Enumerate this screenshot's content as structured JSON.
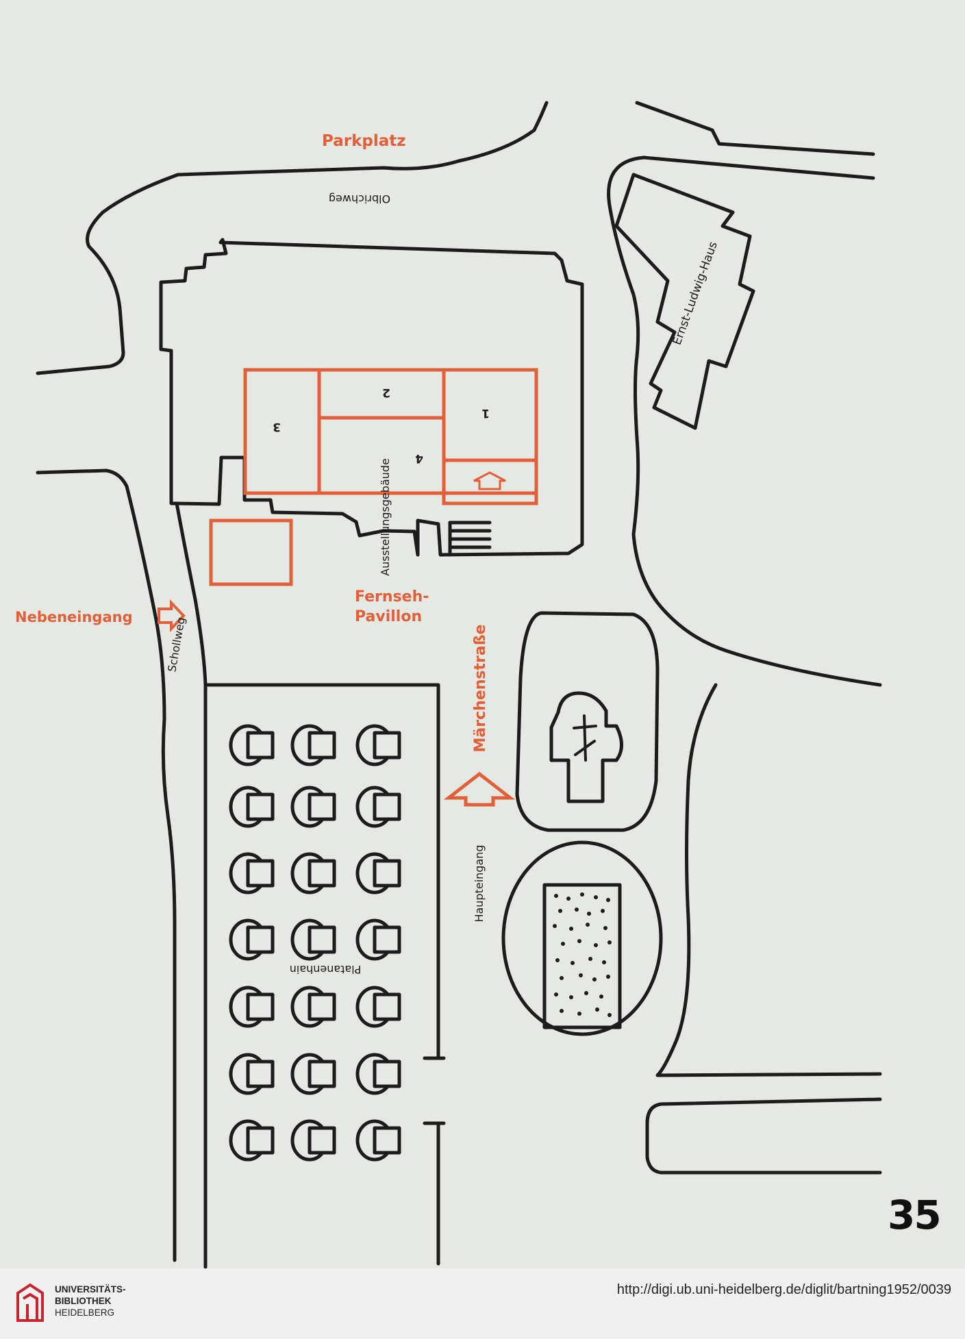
{
  "map": {
    "parking": "Parkplatz",
    "olbrichweg": "Olbrichweg",
    "ernst_ludwig_haus": "Ernst-Ludwig-Haus",
    "ausstellungsgebaeude": "Ausstellungsgebäude",
    "fernseh_pavillon_line1": "Fernseh-",
    "fernseh_pavillon_line2": "Pavillon",
    "nebeneingang": "Nebeneingang",
    "schollweg": "Schollweg",
    "maerchenstrasse": "Märchenstraße",
    "haupteingang": "Haupteingang",
    "platanenhain": "Platanenhain",
    "room_numbers": [
      "1",
      "2",
      "3",
      "4"
    ]
  },
  "page_number": "35",
  "footer": {
    "library_line1": "UNIVERSITÄTS-",
    "library_line2": "BIBLIOTHEK",
    "library_line3": "HEIDELBERG",
    "url": "http://digi.ub.uni-heidelberg.de/diglit/bartning1952/0039"
  },
  "colors": {
    "accent": "#e0603a",
    "ink": "#1c1c1c",
    "paper": "#e6e8e3"
  }
}
